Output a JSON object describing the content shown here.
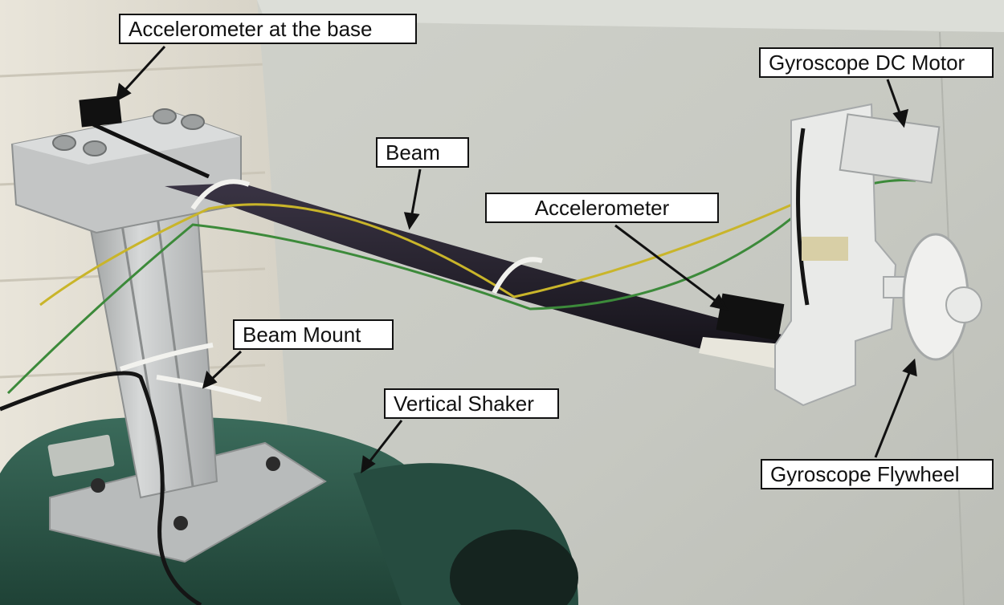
{
  "labels": {
    "accelerometer_base": "Accelerometer at the base",
    "gyroscope_dc_motor": "Gyroscope DC Motor",
    "beam": "Beam",
    "accelerometer": "Accelerometer",
    "beam_mount": "Beam Mount",
    "vertical_shaker": "Vertical Shaker",
    "gyroscope_flywheel": "Gyroscope Flywheel"
  },
  "colors": {
    "wall": "#e6e2d6",
    "cabinet": "#c9cbc4",
    "shaker_green": "#2f5a4c",
    "aluminum": "#c7c9c8",
    "beam": "#1a1822",
    "yellow_wire": "#c9b52a",
    "green_wire": "#3c8a3a"
  }
}
